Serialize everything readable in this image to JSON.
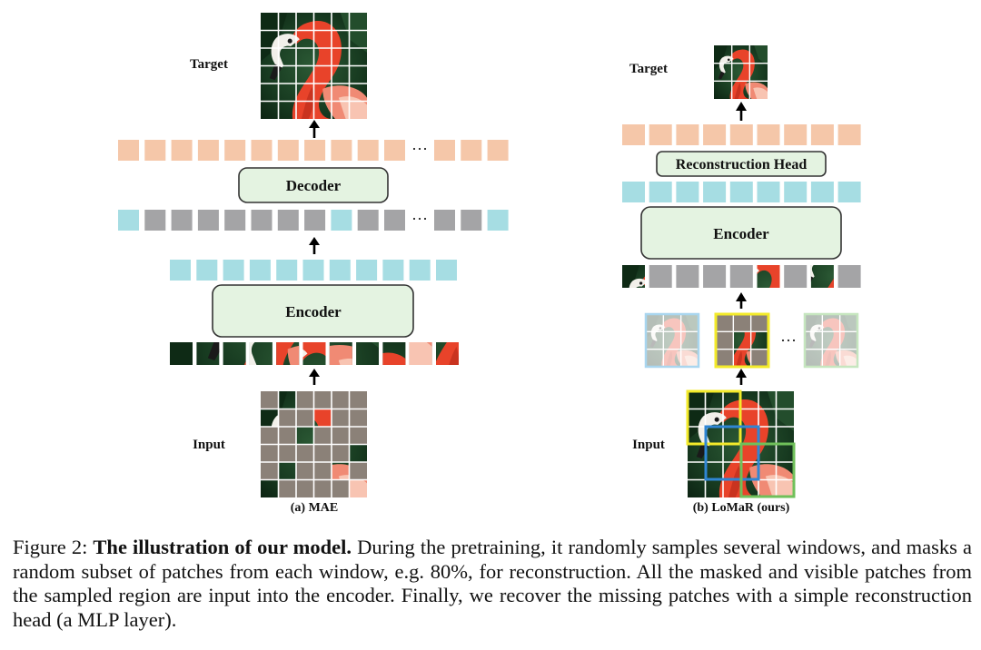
{
  "figure": {
    "mae": {
      "target_label": "Target",
      "input_label": "Input",
      "decoder_label": "Decoder",
      "encoder_label": "Encoder",
      "ellipsis": "···",
      "caption": "(a) MAE"
    },
    "lomar": {
      "target_label": "Target",
      "input_label": "Input",
      "head_label": "Reconstruction Head",
      "encoder_label": "Encoder",
      "ellipsis": "···",
      "caption": "(b) LoMaR (ours)"
    }
  },
  "caption": {
    "prefix": "Figure 2: ",
    "title": "The illustration of our model.",
    "body": " During the pretraining, it randomly samples several windows, and masks a random subset of patches from each window, e.g. 80%, for reconstruction. All the masked and visible patches from the sampled region are input into the encoder. Finally, we recover the missing patches with a simple reconstruction head (a MLP layer)."
  },
  "colors": {
    "decoded_token": "#f5c7a9",
    "encoded_token": "#a6dde3",
    "mask_token": "#a4a4a6",
    "masked_patch": "#8b8178",
    "block_fill": "#e4f3e1",
    "block_stroke": "#333333",
    "window_yellow": "#f3ea2a",
    "window_blue": "#2f86d4",
    "window_green": "#6fc05a"
  }
}
